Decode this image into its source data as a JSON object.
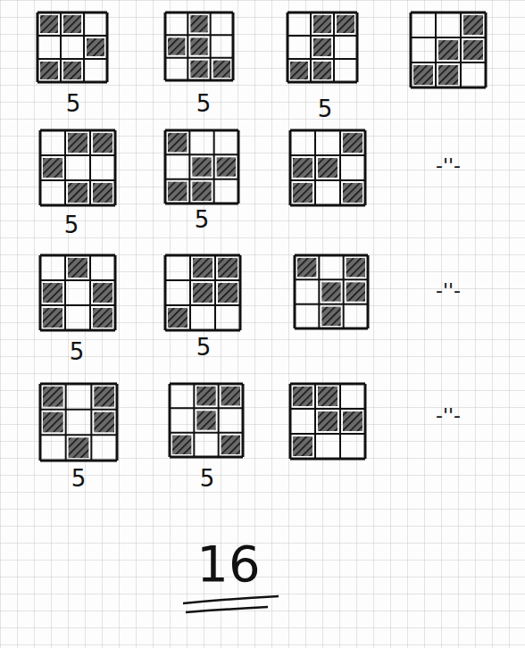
{
  "diagram": {
    "labels": [
      "5",
      "5",
      "5",
      "5",
      "5",
      "5",
      "5",
      "5",
      "5",
      "-''-",
      "-''-",
      "-''-",
      "16"
    ]
  }
}
